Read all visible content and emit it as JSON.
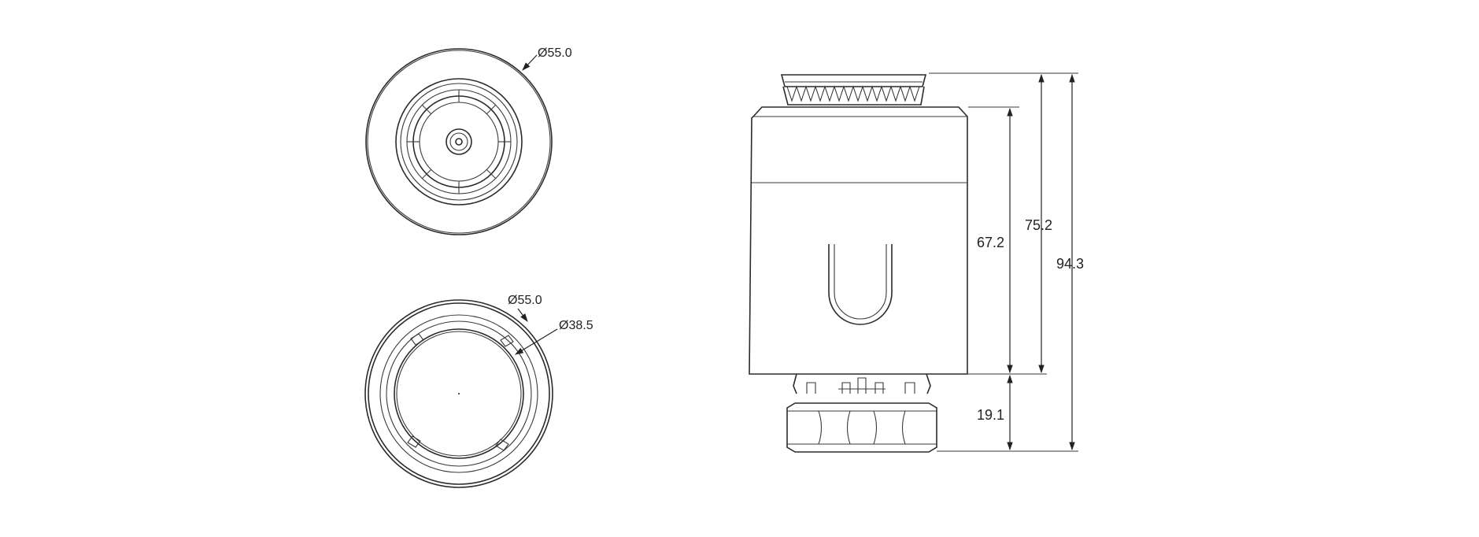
{
  "top_view": {
    "diameter_label": "Ø55.0"
  },
  "bottom_view": {
    "outer_diameter_label": "Ø55.0",
    "inner_diameter_label": "Ø38.5"
  },
  "side_view": {
    "dimensions": {
      "body_height": "67.2",
      "body_with_cap_height": "75.2",
      "total_height": "94.3",
      "nut_height": "19.1"
    }
  }
}
